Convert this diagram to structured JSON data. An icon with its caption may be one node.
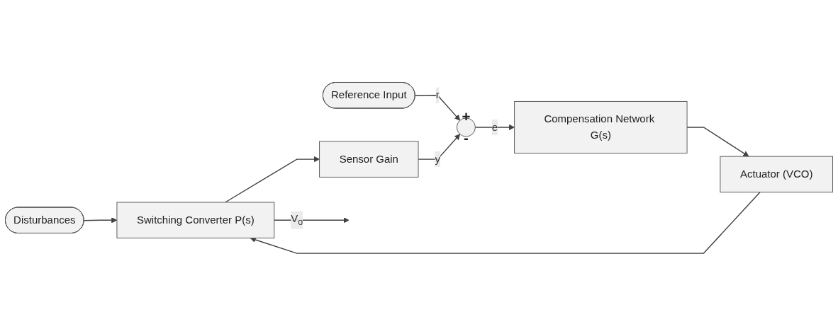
{
  "diagram": {
    "nodes": [
      {
        "text": [
          "Disturbances"
        ]
      },
      {
        "text": [
          "Reference Input"
        ]
      },
      {
        "text": [
          "+",
          "-"
        ]
      },
      {
        "text": [
          "Compensation Network G(s)"
        ]
      },
      {
        "text": [
          "Actuator (VCO)"
        ]
      },
      {
        "text": [
          "Switching Converter P(s)"
        ]
      },
      {
        "text": [
          "Sensor Gain"
        ]
      }
    ],
    "edges": [
      {
        "from": 0,
        "to": 5,
        "arrow": "to"
      },
      {
        "from": 1,
        "to": 2,
        "arrow": "to",
        "label": "r"
      },
      {
        "from": 2,
        "to": 3,
        "arrow": "to",
        "label": "e"
      },
      {
        "from": 3,
        "to": 4,
        "arrow": "to"
      },
      {
        "from": 4,
        "to": 5,
        "arrow": "to"
      },
      {
        "from": 5,
        "to": null,
        "arrow": "to",
        "label": "V$_{o}$"
      },
      {
        "from": 5,
        "to": 6,
        "arrow": "to"
      },
      {
        "from": 6,
        "to": 2,
        "arrow": "to",
        "label": "y"
      }
    ]
  }
}
